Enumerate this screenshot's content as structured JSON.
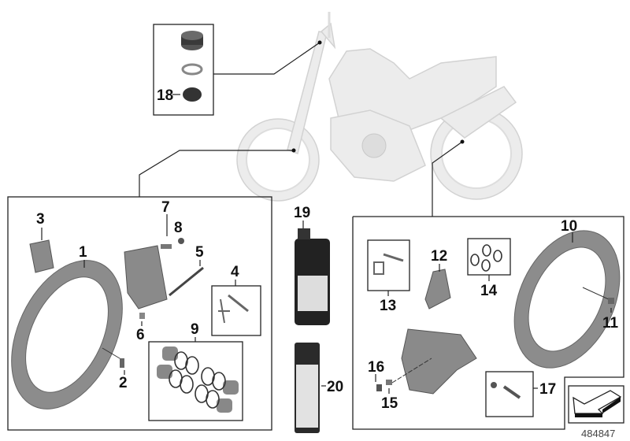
{
  "diagram": {
    "reference_number": "484847",
    "callouts": [
      "1",
      "2",
      "3",
      "4",
      "5",
      "6",
      "7",
      "8",
      "9",
      "10",
      "11",
      "12",
      "13",
      "14",
      "15",
      "16",
      "17",
      "18",
      "19",
      "20"
    ],
    "colors": {
      "line": "#222222",
      "motorcycle": "#ececec",
      "part": "#8a8a8a"
    }
  }
}
